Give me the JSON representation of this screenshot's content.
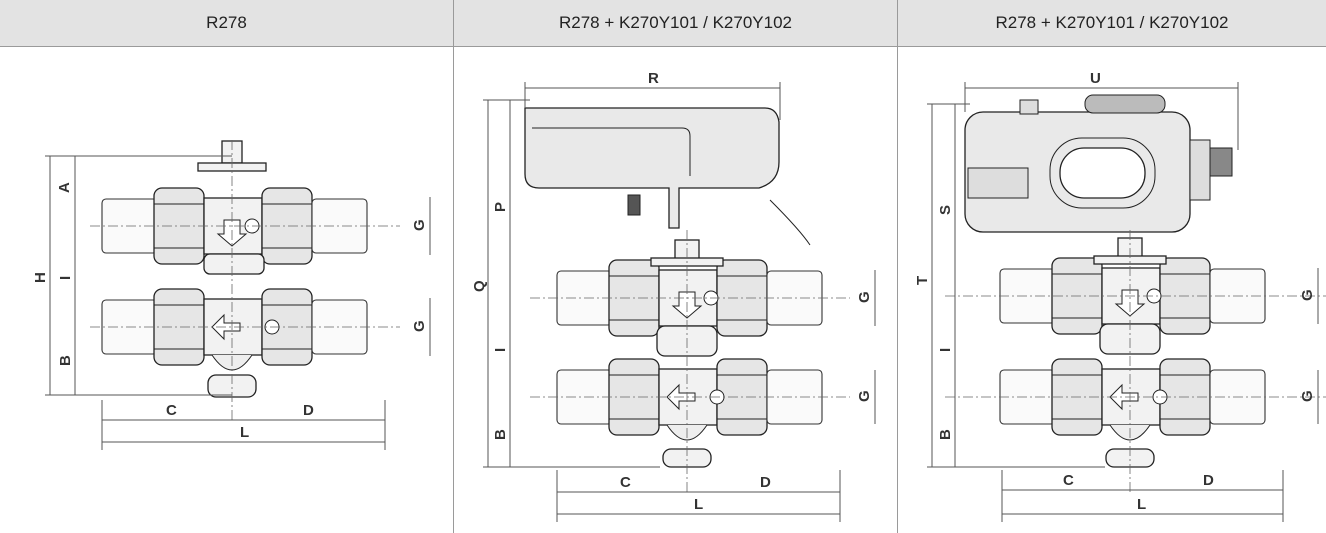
{
  "headers": {
    "col1": "R278",
    "col2": "R278 + K270Y101 / K270Y102",
    "col3": "R278 + K270Y101 / K270Y102"
  },
  "labels": {
    "A": "A",
    "B": "B",
    "C": "C",
    "D": "D",
    "G": "G",
    "H": "H",
    "I": "I",
    "L": "L",
    "P": "P",
    "Q": "Q",
    "R": "R",
    "S": "S",
    "T": "T",
    "U": "U"
  },
  "colors": {
    "header_bg": "#e3e3e3",
    "line": "#222222",
    "divider": "#9a9a9a"
  }
}
